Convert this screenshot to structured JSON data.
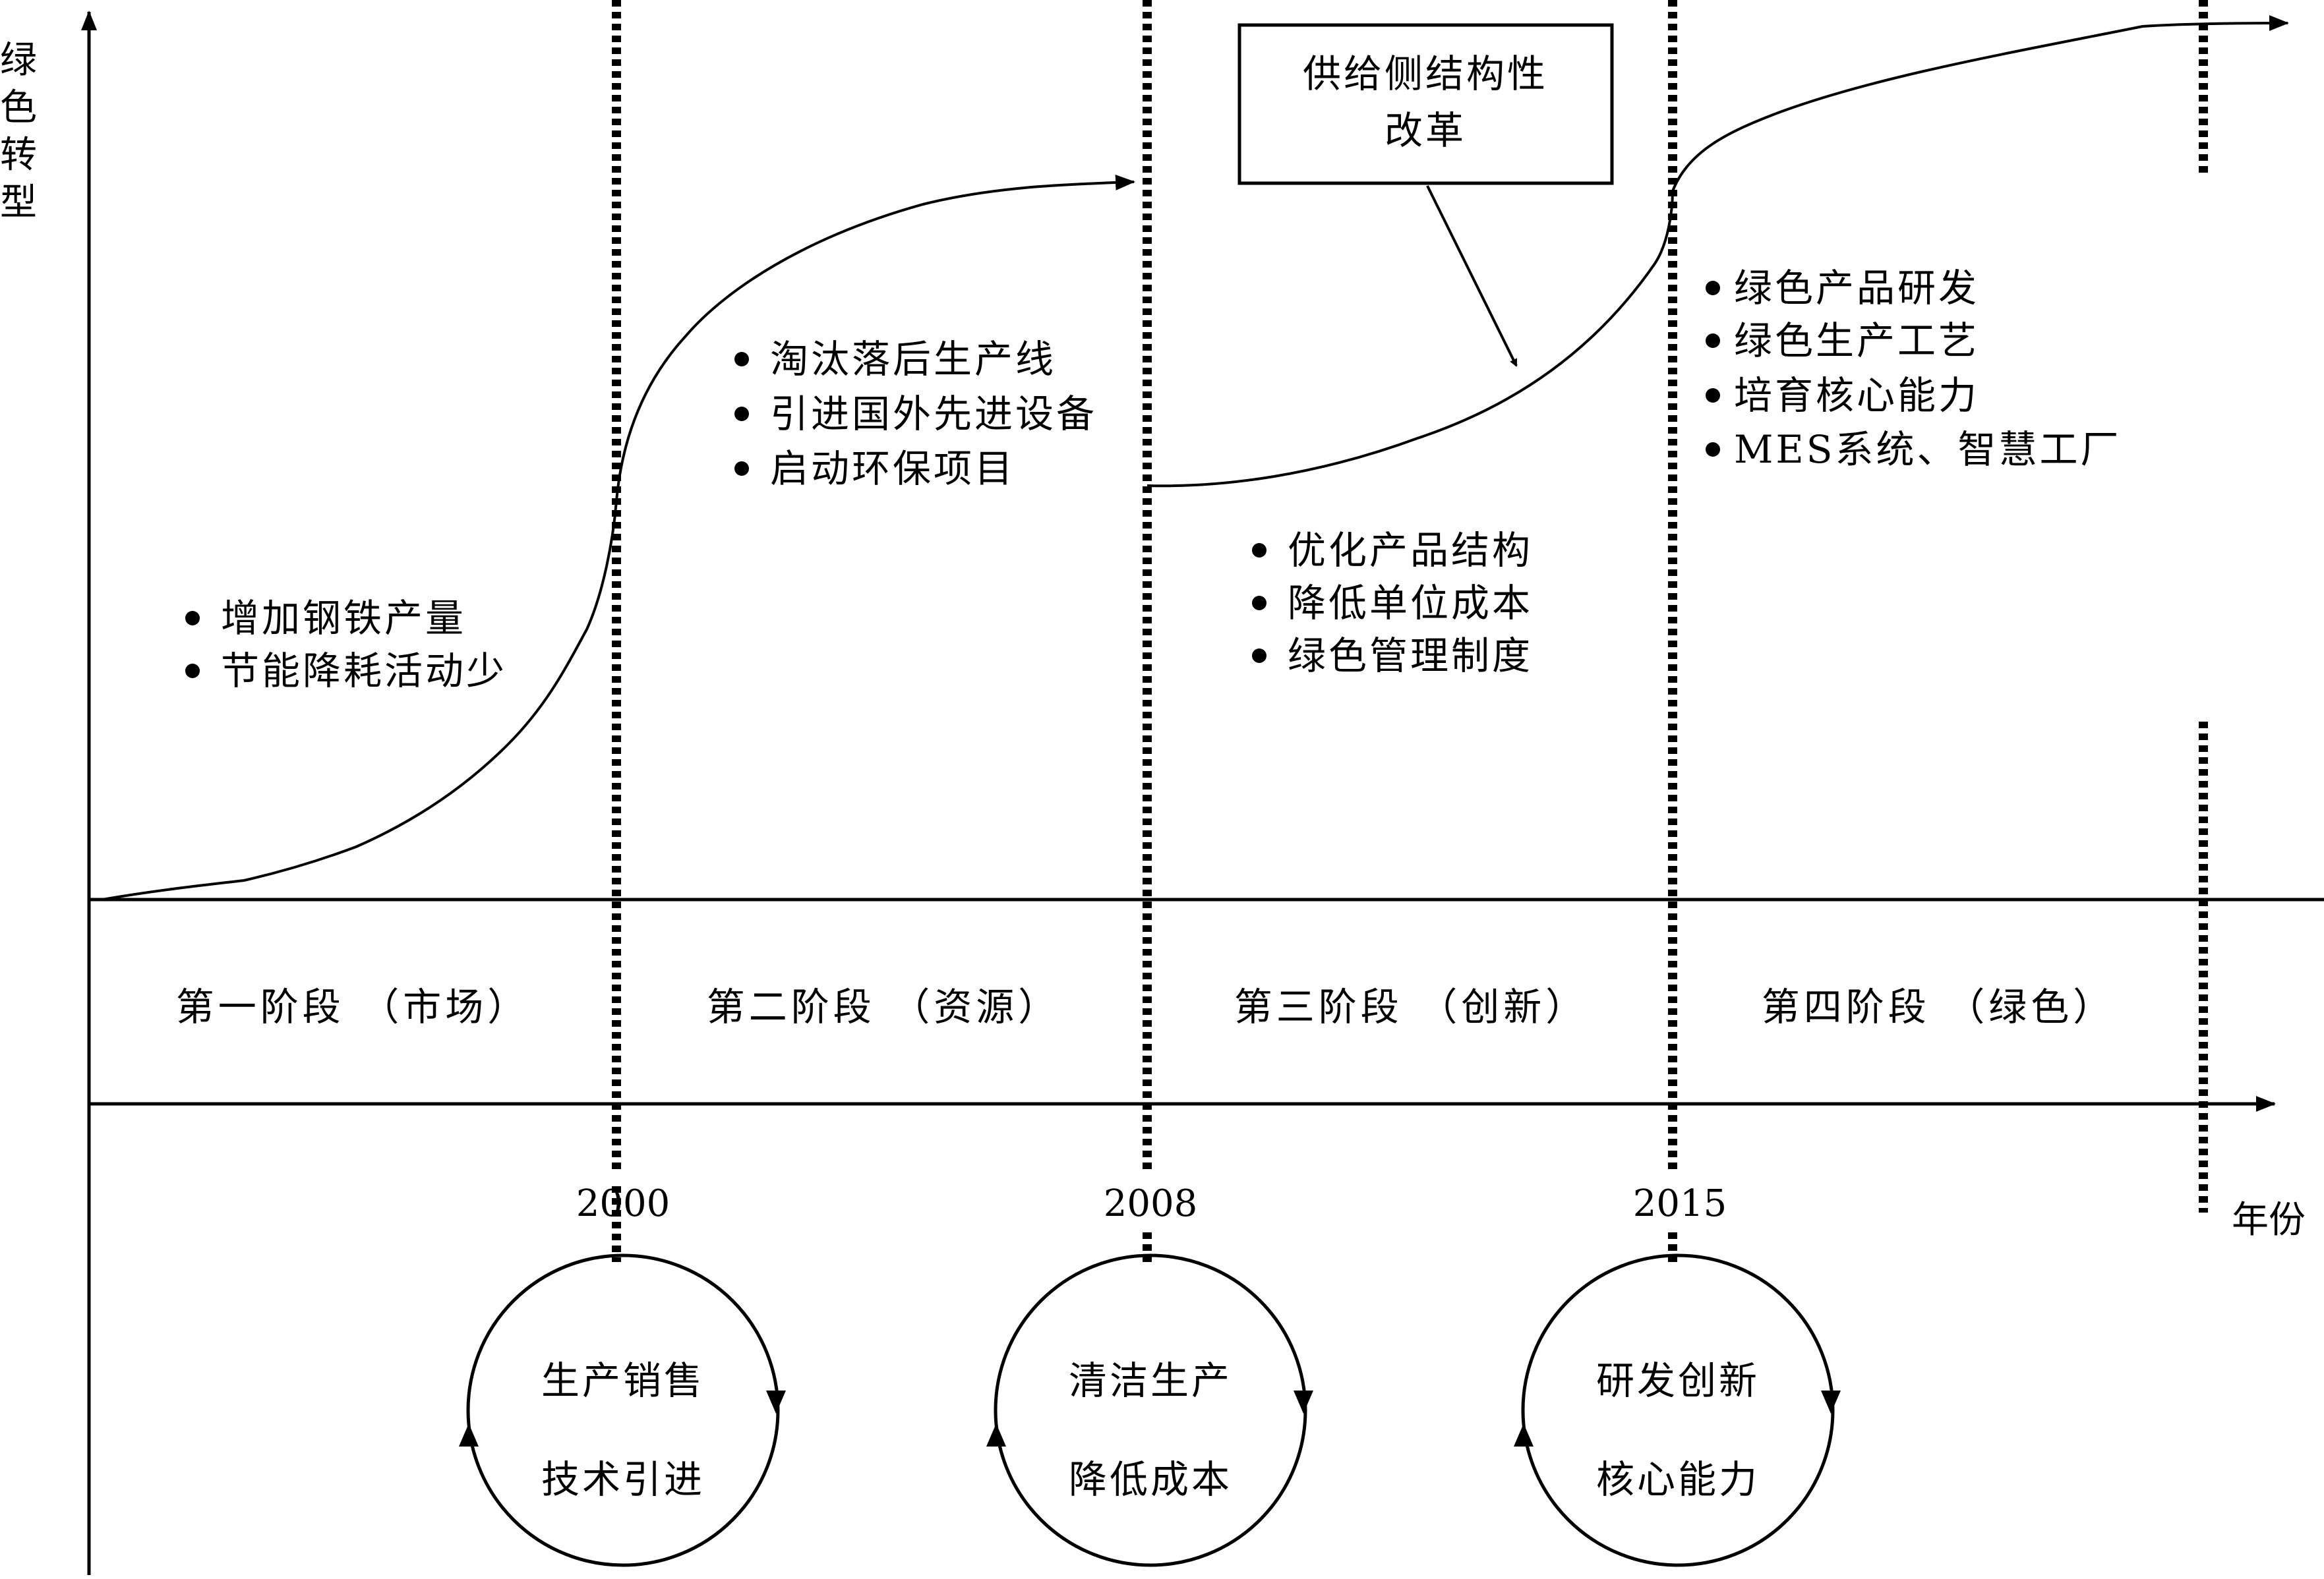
{
  "y_axis_label": [
    "绿",
    "色",
    "转",
    "型"
  ],
  "x_axis_label": "年份",
  "years": [
    "2000",
    "2008",
    "2015"
  ],
  "stages": [
    "第一阶段 （市场）",
    "第二阶段 （资源）",
    "第三阶段 （创新）",
    "第四阶段 （绿色）"
  ],
  "bullets": {
    "stage1": [
      "增加钢铁产量",
      "节能降耗活动少"
    ],
    "stage2": [
      "淘汰落后生产线",
      "引进国外先进设备",
      "启动环保项目"
    ],
    "stage3": [
      "优化产品结构",
      "降低单位成本",
      "绿色管理制度"
    ],
    "stage4": [
      "绿色产品研发",
      "绿色生产工艺",
      "培育核心能力",
      "MES系统、智慧工厂"
    ]
  },
  "callout": [
    "供给侧结构性",
    "改革"
  ],
  "cycles": [
    [
      "生产销售",
      "技术引进"
    ],
    [
      "清洁生产",
      "降低成本"
    ],
    [
      "研发创新",
      "核心能力"
    ]
  ]
}
